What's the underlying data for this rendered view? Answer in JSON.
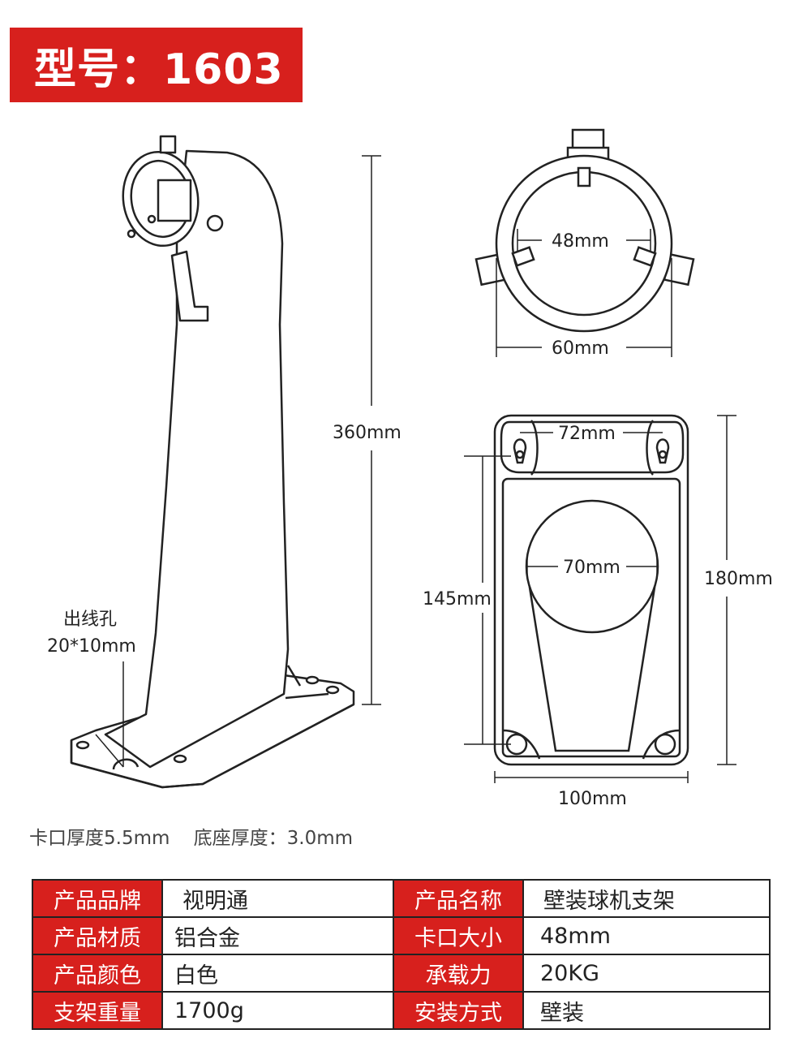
{
  "banner": {
    "model": "型号：1603"
  },
  "dimensions": {
    "height": "360mm",
    "cable_hole_label": "出线孔",
    "cable_hole_size": "20*10mm",
    "inner_diameter": "48mm",
    "outer_diameter": "60mm",
    "slot_spacing": "72mm",
    "hole_diameter": "70mm",
    "hole_spacing": "145mm",
    "base_length": "180mm",
    "base_width": "100mm"
  },
  "thickness": {
    "clamp": "卡口厚度5.5mm",
    "base": "底座厚度：3.0mm"
  },
  "specs": [
    {
      "label_left": "产品品牌",
      "value_left": "视明通",
      "label_right": "产品名称",
      "value_right": "壁装球机支架"
    },
    {
      "label_left": "产品材质",
      "value_left": "铝合金",
      "label_right": "卡口大小",
      "value_right": "48mm"
    },
    {
      "label_left": "产品颜色",
      "value_left": "白色",
      "label_right": "承载力",
      "value_right": "20KG"
    },
    {
      "label_left": "支架重量",
      "value_left": "1700g",
      "label_right": "安装方式",
      "value_right": "壁装"
    }
  ]
}
